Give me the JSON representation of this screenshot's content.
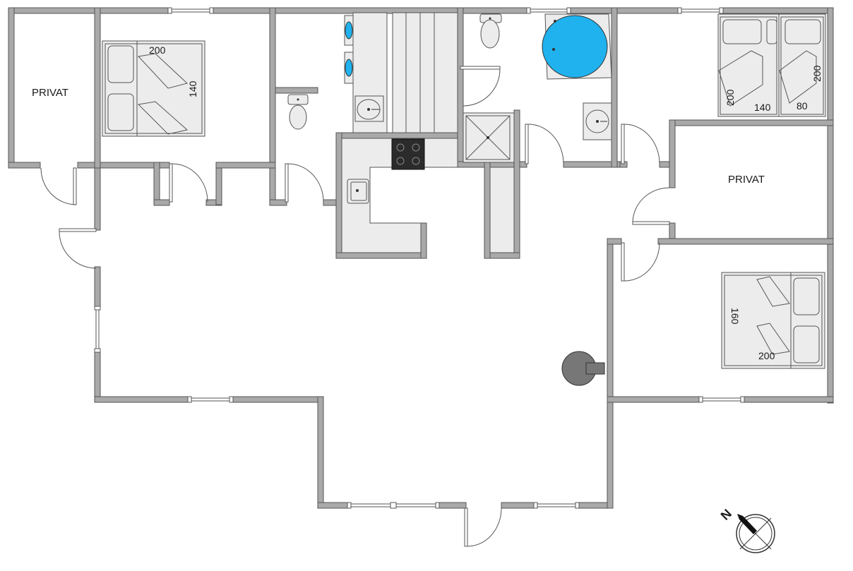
{
  "rooms": {
    "nw_room": "PRIVAT",
    "east_room": "PRIVAT"
  },
  "beds": {
    "nw_double": {
      "length": "200",
      "width": "140"
    },
    "ne_double": {
      "length": "200",
      "width": "140"
    },
    "ne_single": {
      "length": "200",
      "width": "80"
    },
    "se_double": {
      "length": "200",
      "width": "160"
    }
  },
  "compass": {
    "letter": "N",
    "icon": "compass-icon"
  },
  "colors": {
    "wall": "#a9a9a9",
    "wall_stroke": "#555555",
    "bathtub_water": "#1fb2ee",
    "stove": "#2b2b2b",
    "stove_pipe": "#777777"
  }
}
